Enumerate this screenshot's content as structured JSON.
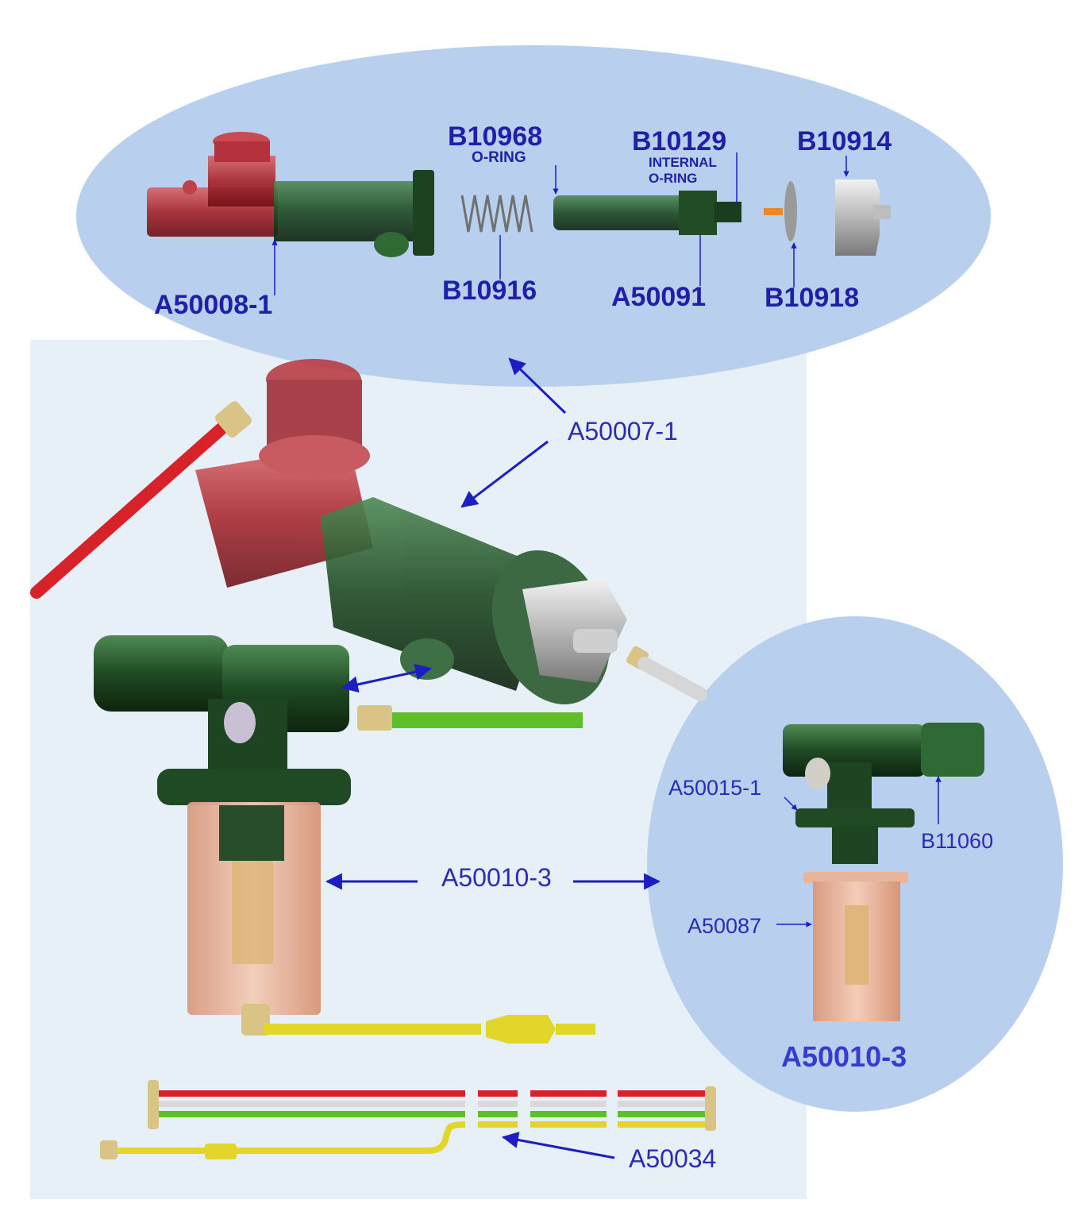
{
  "colors": {
    "panel_bg": "#e6f0f6",
    "ellipse_fill": "#b9cfee",
    "label_color": "#2b2bb8",
    "arrow_color": "#1d1dc4",
    "part_red": "#b0333a",
    "part_green": "#1f4a23",
    "tube_red": "#d8222a",
    "tube_green": "#5fbf2a",
    "tube_yellow": "#e2d62a",
    "tube_white": "#d9d9d9",
    "bowl": "#e8b39a"
  },
  "top_callout": {
    "a50008_1": "A50008-1",
    "b10968": "B10968",
    "b10968_sub": "O-RING",
    "b10916": "B10916",
    "b10129": "B10129",
    "b10129_sub1": "INTERNAL",
    "b10129_sub2": "O-RING",
    "a50091": "A50091",
    "b10914": "B10914",
    "b10918": "B10918"
  },
  "main": {
    "a50007_1": "A50007-1",
    "a50010_3": "A50010-3",
    "a50034": "A50034"
  },
  "right_callout": {
    "a50015_1": "A50015-1",
    "b11060": "B11060",
    "a50087": "A50087",
    "title": "A50010-3"
  }
}
